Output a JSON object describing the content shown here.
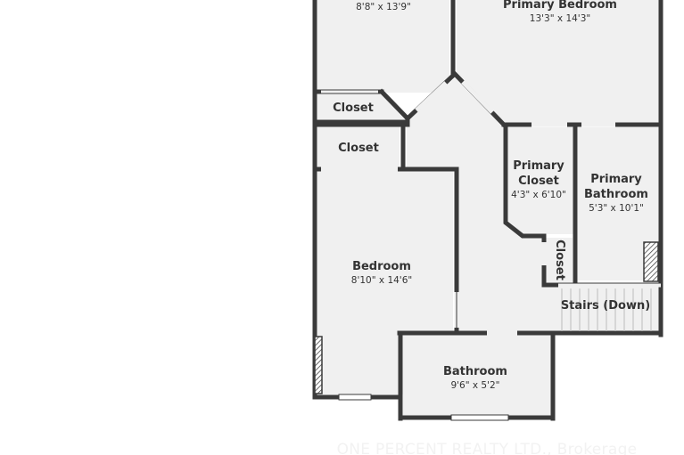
{
  "rooms": {
    "top_left": {
      "dims": "8'8\" x 13'9\""
    },
    "primary_bedroom": {
      "name": "Primary Bedroom",
      "dims": "13'3\" x 14'3\""
    },
    "closet_upper": {
      "name": "Closet"
    },
    "closet_left": {
      "name": "Closet"
    },
    "primary_closet": {
      "name_line1": "Primary",
      "name_line2": "Closet",
      "dims": "4'3\" x 6'10\""
    },
    "primary_bathroom": {
      "name_line1": "Primary",
      "name_line2": "Bathroom",
      "dims": "5'3\" x 10'1\""
    },
    "closet_small": {
      "name": "Closet"
    },
    "bedroom": {
      "name": "Bedroom",
      "dims": "8'10\" x 14'6\""
    },
    "stairs": {
      "name": "Stairs (Down)"
    },
    "bathroom": {
      "name": "Bathroom",
      "dims": "9'6\" x 5'2\""
    }
  },
  "watermark": "ONE PERCENT REALTY LTD., Brokerage",
  "colors": {
    "wall": "#3a3a3a",
    "floor": "#f0f0f0",
    "background": "#ffffff"
  }
}
